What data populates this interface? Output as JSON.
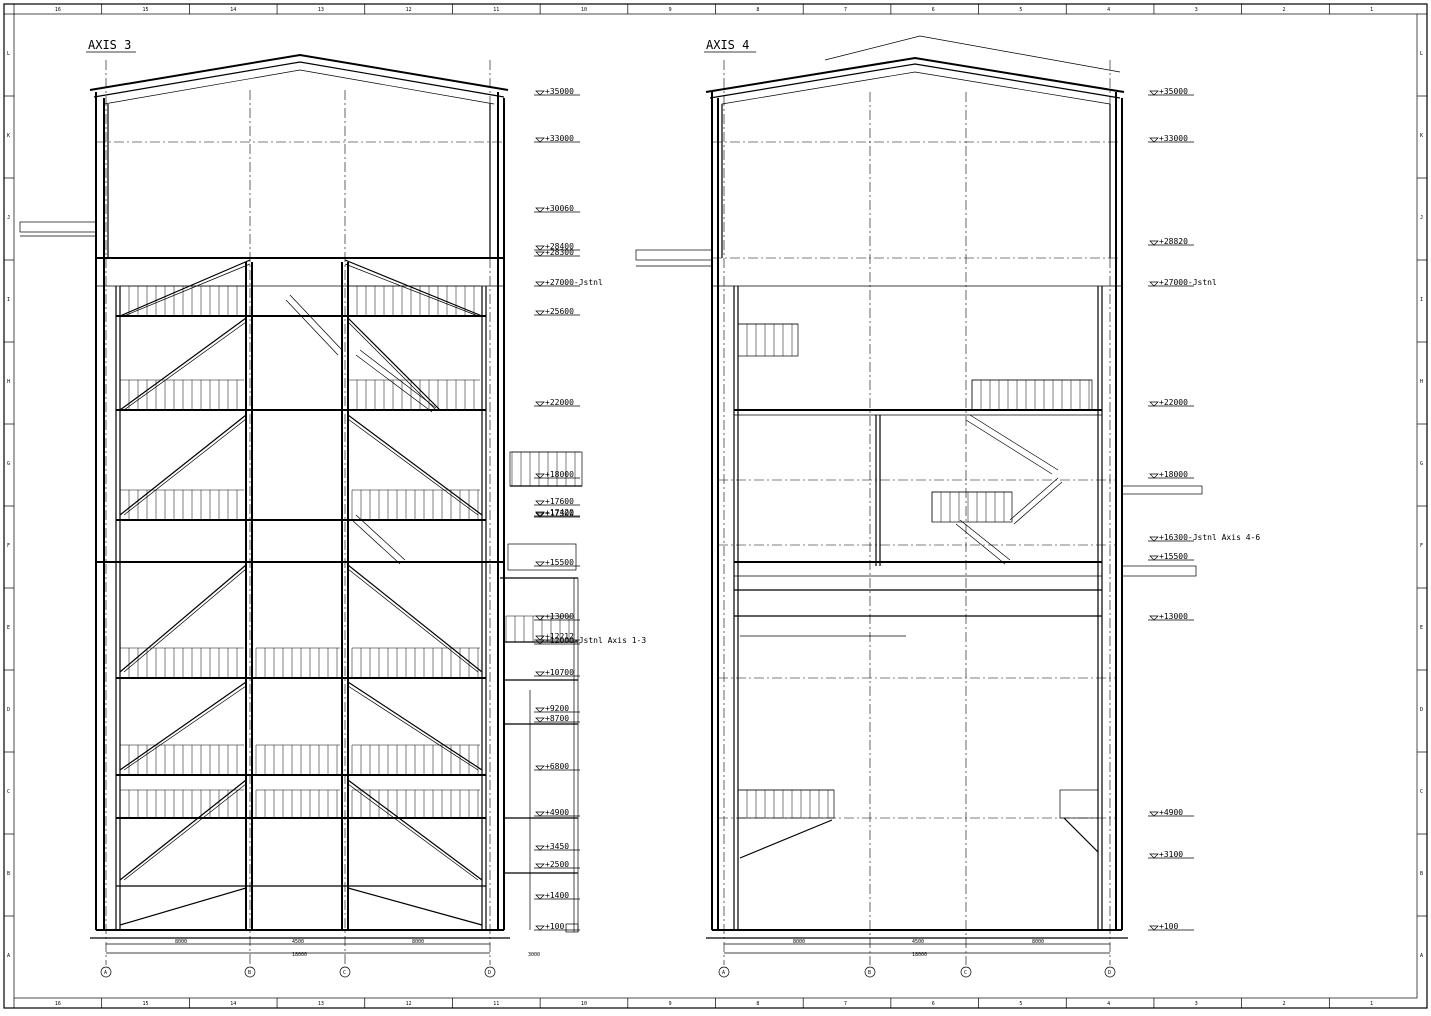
{
  "axis3": {
    "title": "AXIS 3",
    "levels": [
      "+35000",
      "+33000",
      "+30060",
      "+28400",
      "+28300",
      "+27000-Jstnl",
      "+25600",
      "+22000",
      "+18000",
      "+17420",
      "+17300",
      "+17600",
      "+15500",
      "+13000",
      "+12000-Jstnl Axis 1-3",
      "+12212",
      "+10700",
      "+9200",
      "+8700",
      "+6800",
      "+4900",
      "+3450",
      "+2500",
      "+1400",
      "+100"
    ],
    "dims": [
      "8000",
      "4500",
      "8000",
      "18000",
      "3000"
    ],
    "grid_letters": [
      "A",
      "B",
      "C",
      "D"
    ]
  },
  "axis4": {
    "title": "AXIS 4",
    "levels": [
      "+35000",
      "+33000",
      "+28820",
      "+27000-Jstnl",
      "+22000",
      "+18000",
      "+16300-Jstnl Axis 4-6",
      "+15500",
      "+13000",
      "+4900",
      "+3100",
      "+100"
    ],
    "dims": [
      "8000",
      "4500",
      "8000",
      "18000"
    ],
    "grid_letters": [
      "A",
      "B",
      "C",
      "D"
    ]
  },
  "frame": {
    "top_numbers": [
      "16",
      "15",
      "14",
      "13",
      "12",
      "11",
      "10",
      "9",
      "8",
      "7",
      "6",
      "5",
      "4",
      "3",
      "2",
      "1"
    ],
    "side_letters": [
      "L",
      "K",
      "J",
      "I",
      "H",
      "G",
      "F",
      "E",
      "D",
      "C",
      "B",
      "A"
    ]
  }
}
